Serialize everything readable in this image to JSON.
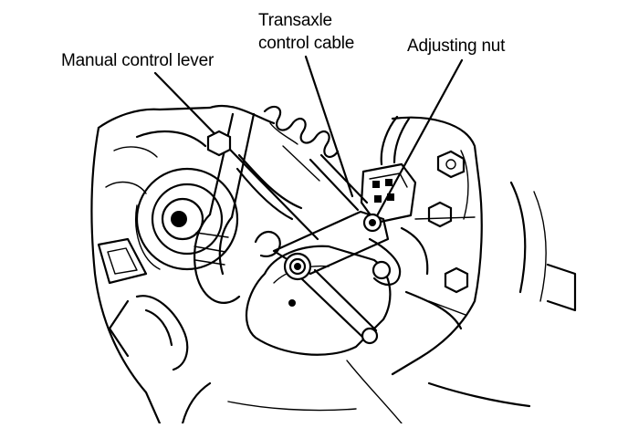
{
  "labels": {
    "manual_control_lever": "Manual control lever",
    "transaxle_control_cable_line1": "Transaxle",
    "transaxle_control_cable_line2": "control cable",
    "adjusting_nut": "Adjusting nut"
  },
  "colors": {
    "ink": "#000000",
    "paper": "#ffffff"
  }
}
